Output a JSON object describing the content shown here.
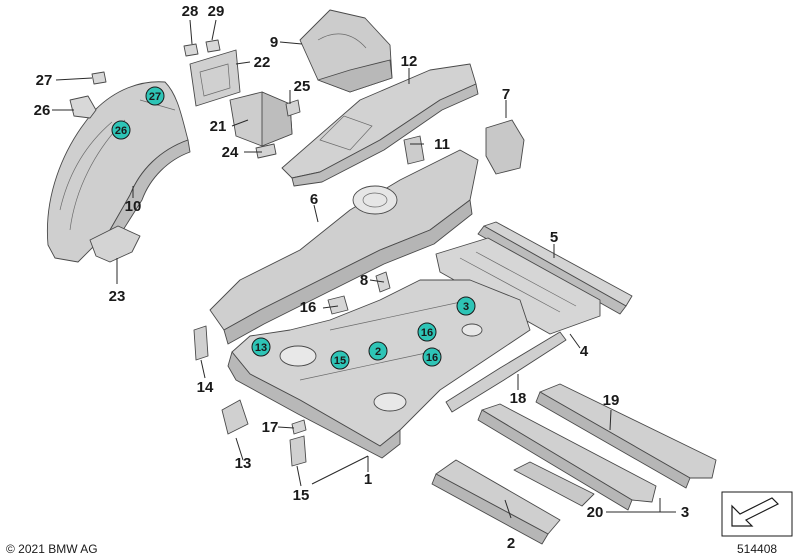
{
  "diagram": {
    "callouts": [
      "1",
      "2",
      "3",
      "4",
      "5",
      "6",
      "7",
      "8",
      "9",
      "10",
      "11",
      "12",
      "13",
      "14",
      "15",
      "16",
      "17",
      "18",
      "19",
      "20",
      "21",
      "22",
      "23",
      "24",
      "25",
      "26",
      "27",
      "28",
      "29"
    ],
    "badges": [
      "27",
      "26",
      "13",
      "15",
      "2",
      "16",
      "16",
      "3"
    ],
    "copyright": "© 2021 BMW AG",
    "diagram_number": "514408",
    "colors": {
      "badge_fill": "#2ec4b6",
      "part_fill": "#d2d2d2",
      "part_shadow": "#a9a9a9",
      "part_light": "#ececec"
    }
  }
}
